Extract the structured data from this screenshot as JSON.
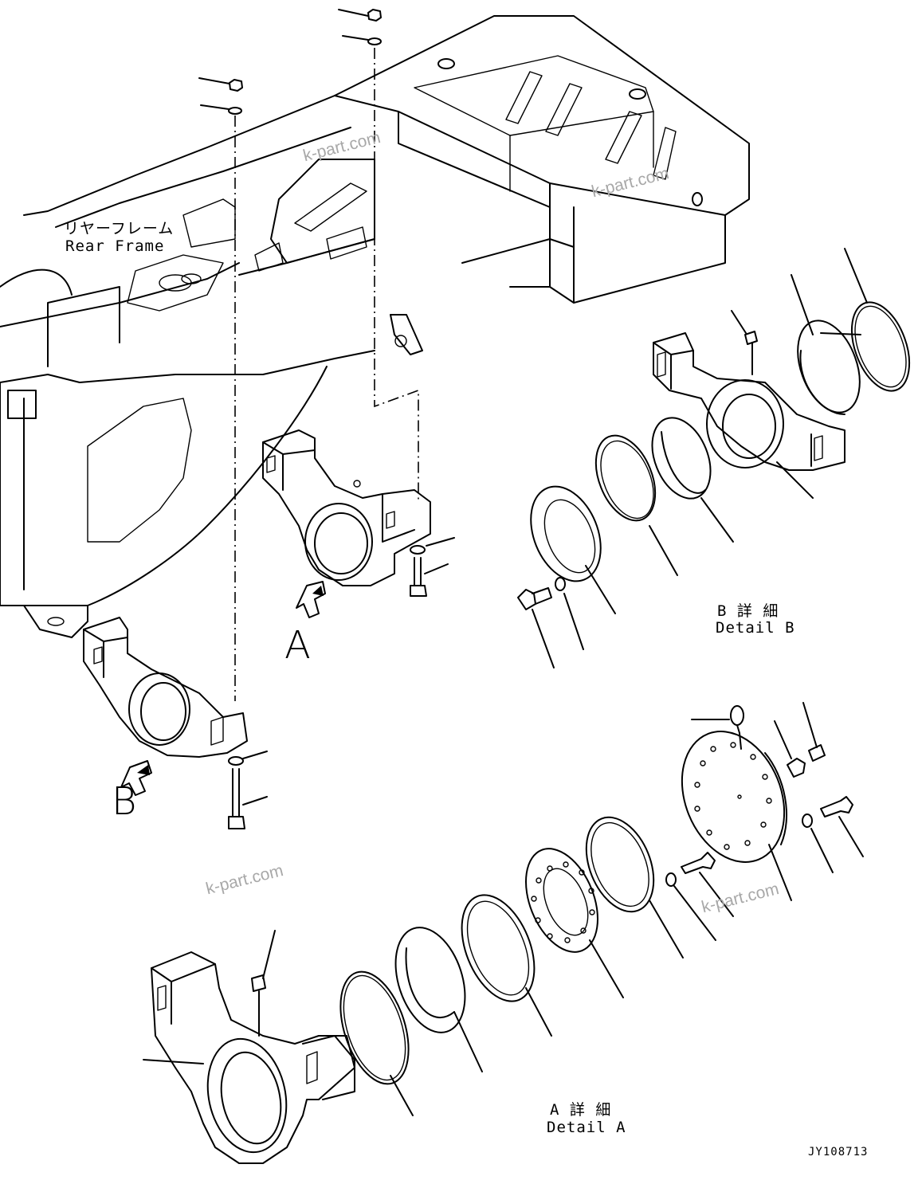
{
  "labels": {
    "rear_frame_jp": "リヤーフレーム",
    "rear_frame_en": "Rear Frame",
    "detail_b_jp": "B 詳 細",
    "detail_b_en": "Detail B",
    "detail_a_jp": "A 詳 細",
    "detail_a_en": "Detail A",
    "view_a": "A",
    "view_b": "B"
  },
  "watermarks": [
    "k-part.com",
    "k-part.com",
    "k-part.com",
    "k-part.com"
  ],
  "drawing_code": "JY108713",
  "colors": {
    "line": "#000000",
    "watermark": "#a8a8a8",
    "background": "#ffffff"
  }
}
